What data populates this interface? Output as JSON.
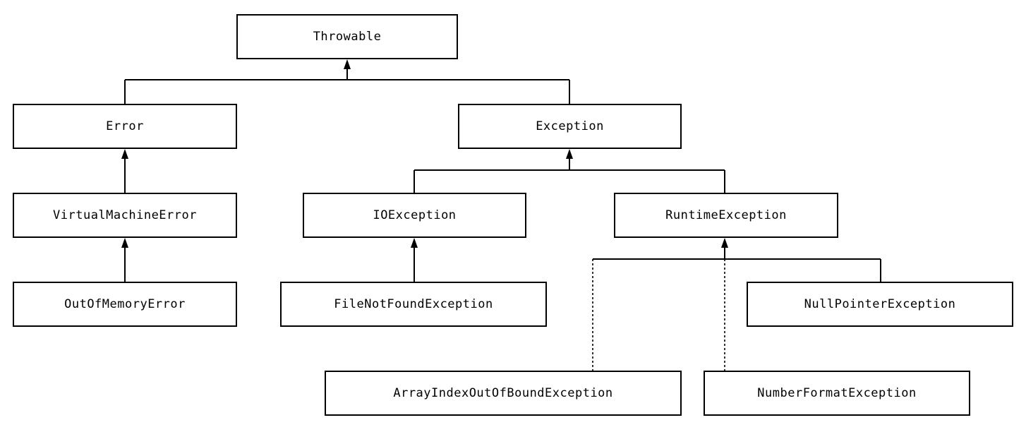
{
  "nodes": {
    "throwable": "Throwable",
    "error": "Error",
    "exception": "Exception",
    "virtual_machine_error": "VirtualMachineError",
    "io_exception": "IOException",
    "runtime_exception": "RuntimeException",
    "out_of_memory_error": "OutOfMemoryError",
    "file_not_found_exception": "FileNotFoundException",
    "null_pointer_exception": "NullPointerException",
    "array_index_out_of_bound_exception": "ArrayIndexOutOfBoundException",
    "number_format_exception": "NumberFormatException"
  },
  "edges": [
    {
      "from": "error",
      "to": "throwable",
      "style": "solid"
    },
    {
      "from": "exception",
      "to": "throwable",
      "style": "solid"
    },
    {
      "from": "virtual_machine_error",
      "to": "error",
      "style": "solid"
    },
    {
      "from": "out_of_memory_error",
      "to": "virtual_machine_error",
      "style": "solid"
    },
    {
      "from": "io_exception",
      "to": "exception",
      "style": "solid"
    },
    {
      "from": "runtime_exception",
      "to": "exception",
      "style": "solid"
    },
    {
      "from": "file_not_found_exception",
      "to": "io_exception",
      "style": "solid"
    },
    {
      "from": "null_pointer_exception",
      "to": "runtime_exception",
      "style": "solid"
    },
    {
      "from": "array_index_out_of_bound_exception",
      "to": "runtime_exception",
      "style": "dashed"
    },
    {
      "from": "number_format_exception",
      "to": "runtime_exception",
      "style": "dashed"
    }
  ]
}
